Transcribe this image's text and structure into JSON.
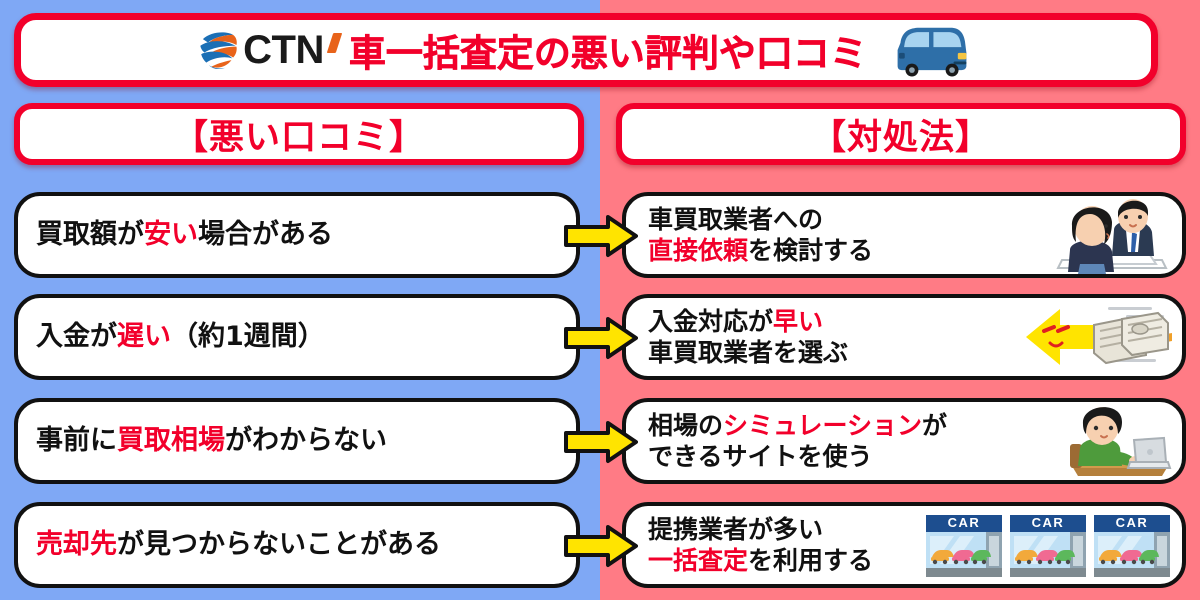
{
  "colors": {
    "left_panel": "#7FA8F5",
    "right_panel": "#FF7B85",
    "accent_red": "#F2002B",
    "card_border": "#111111",
    "arrow_fill": "#FFE400",
    "logo_orange": "#E8631A",
    "logo_blue": "#1B6FB5",
    "shop_sign_blue": "#1D4E8F"
  },
  "header": {
    "logo_text": "CTN",
    "logo_mark_name": "ctn-globe-logo",
    "title": "車一括査定の悪い評判や口コミ",
    "car_icon_name": "blue-car-icon"
  },
  "columns": {
    "left_label": "【悪い口コミ】",
    "right_label": "【対処法】"
  },
  "rows": [
    {
      "problem": {
        "pre": "買取額が",
        "hl": "安い",
        "post": "場合がある"
      },
      "solution": {
        "line1_pre": "車買取業者への",
        "line1_hl": "",
        "line1_post": "",
        "line2_pre": "",
        "line2_hl": "直接依頼",
        "line2_post": "を検討する"
      },
      "illustration": "consultation-two-people-icon"
    },
    {
      "problem": {
        "pre": "入金が",
        "hl": "遅い",
        "post": "（約1週間）"
      },
      "solution": {
        "line1_pre": "入金対応が",
        "line1_hl": "早い",
        "line1_post": "",
        "line2_pre": "車買取業者を選ぶ",
        "line2_hl": "",
        "line2_post": ""
      },
      "illustration": "fast-cash-arrow-icon"
    },
    {
      "problem": {
        "pre": "事前に",
        "hl": "買取相場",
        "post": "がわからない"
      },
      "solution": {
        "line1_pre": "相場の",
        "line1_hl": "シミュレーション",
        "line1_post": "が",
        "line2_pre": "できるサイトを使う",
        "line2_hl": "",
        "line2_post": ""
      },
      "illustration": "person-at-laptop-icon"
    },
    {
      "problem": {
        "pre": "",
        "hl": "売却先",
        "post": "が見つからないことがある"
      },
      "solution": {
        "line1_pre": "提携業者が多い",
        "line1_hl": "",
        "line1_post": "",
        "line2_pre": "",
        "line2_hl": "一括査定",
        "line2_post": "を利用する"
      },
      "illustration": "car-dealership-shops-icon",
      "shop_sign_label": "CAR"
    }
  ],
  "arrow_name": "right-arrow-connector"
}
